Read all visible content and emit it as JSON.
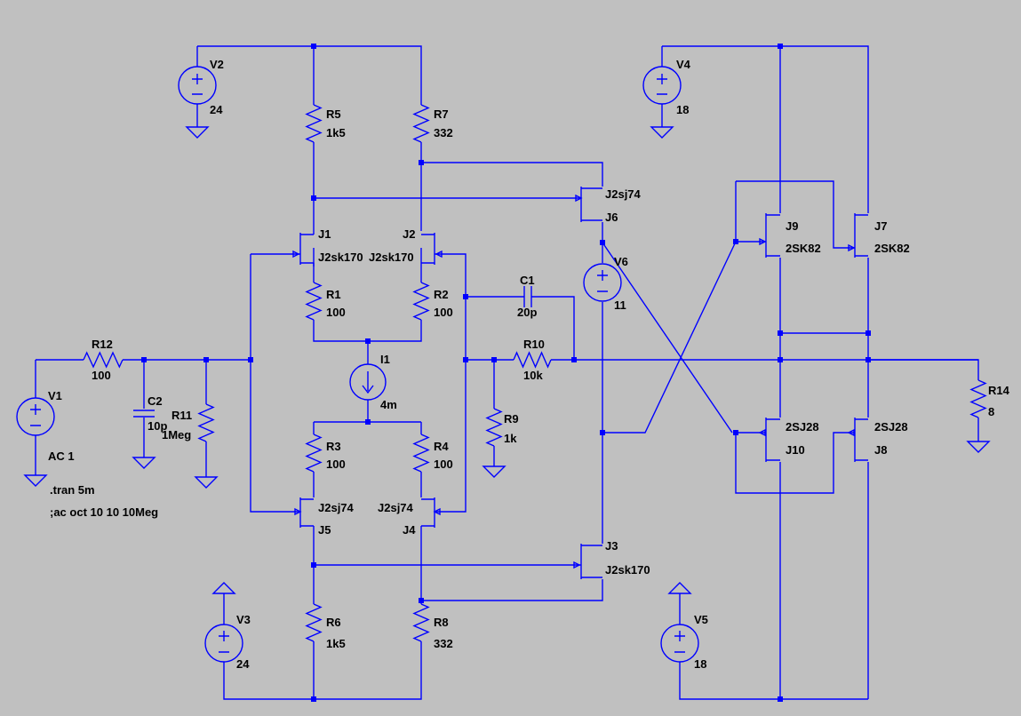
{
  "components": [
    {
      "id": "V1",
      "type": "voltage-source",
      "value": "AC 1"
    },
    {
      "id": "V2",
      "type": "voltage-source",
      "value": "24"
    },
    {
      "id": "V3",
      "type": "voltage-source",
      "value": "24"
    },
    {
      "id": "V4",
      "type": "voltage-source",
      "value": "18"
    },
    {
      "id": "V5",
      "type": "voltage-source",
      "value": "18"
    },
    {
      "id": "V6",
      "type": "voltage-source",
      "value": "11"
    },
    {
      "id": "I1",
      "type": "current-source",
      "value": "4m"
    },
    {
      "id": "R1",
      "type": "resistor",
      "value": "100"
    },
    {
      "id": "R2",
      "type": "resistor",
      "value": "100"
    },
    {
      "id": "R3",
      "type": "resistor",
      "value": "100"
    },
    {
      "id": "R4",
      "type": "resistor",
      "value": "100"
    },
    {
      "id": "R5",
      "type": "resistor",
      "value": "1k5"
    },
    {
      "id": "R6",
      "type": "resistor",
      "value": "1k5"
    },
    {
      "id": "R7",
      "type": "resistor",
      "value": "332"
    },
    {
      "id": "R8",
      "type": "resistor",
      "value": "332"
    },
    {
      "id": "R9",
      "type": "resistor",
      "value": "1k"
    },
    {
      "id": "R10",
      "type": "resistor",
      "value": "10k"
    },
    {
      "id": "R11",
      "type": "resistor",
      "value": "1Meg"
    },
    {
      "id": "R12",
      "type": "resistor",
      "value": "100"
    },
    {
      "id": "R14",
      "type": "resistor",
      "value": "8"
    },
    {
      "id": "C1",
      "type": "capacitor",
      "value": "20p"
    },
    {
      "id": "C2",
      "type": "capacitor",
      "value": "10p"
    },
    {
      "id": "J1",
      "type": "njf",
      "value": "J2sk170"
    },
    {
      "id": "J2",
      "type": "njf",
      "value": "J2sk170"
    },
    {
      "id": "J3",
      "type": "njf",
      "value": "J2sk170"
    },
    {
      "id": "J4",
      "type": "pjf",
      "value": "J2sj74"
    },
    {
      "id": "J5",
      "type": "pjf",
      "value": "J2sj74"
    },
    {
      "id": "J6",
      "type": "pjf",
      "value": "J2sj74"
    },
    {
      "id": "J7",
      "type": "njf",
      "value": "2SK82"
    },
    {
      "id": "J8",
      "type": "pjf",
      "value": "2SJ28"
    },
    {
      "id": "J9",
      "type": "njf",
      "value": "2SK82"
    },
    {
      "id": "J10",
      "type": "pjf",
      "value": "2SJ28"
    }
  ],
  "directives": [
    ".tran 5m",
    ";ac oct 10 10 10Meg"
  ]
}
